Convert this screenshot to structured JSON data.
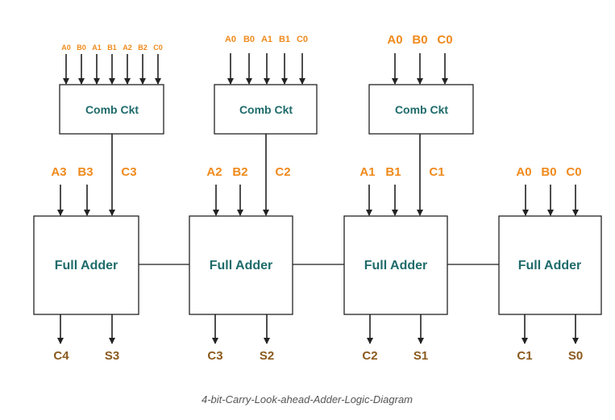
{
  "colors": {
    "input_label": "#f08a1c",
    "output_label": "#8b5a1e",
    "block_label": "#1f6b6b",
    "lines": "#222222"
  },
  "comb_blocks": [
    {
      "label": "Comb Ckt",
      "inputs": [
        "A0",
        "B0",
        "A1",
        "B1",
        "A2",
        "B2",
        "C0"
      ]
    },
    {
      "label": "Comb Ckt",
      "inputs": [
        "A0",
        "B0",
        "A1",
        "B1",
        "C0"
      ]
    },
    {
      "label": "Comb Ckt",
      "inputs": [
        "A0",
        "B0",
        "C0"
      ]
    }
  ],
  "adders": [
    {
      "label": "Full Adder",
      "inputs": [
        "A3",
        "B3",
        "C3"
      ],
      "outputs": [
        "C4",
        "S3"
      ]
    },
    {
      "label": "Full Adder",
      "inputs": [
        "A2",
        "B2",
        "C2"
      ],
      "outputs": [
        "C3",
        "S2"
      ]
    },
    {
      "label": "Full Adder",
      "inputs": [
        "A1",
        "B1",
        "C1"
      ],
      "outputs": [
        "C2",
        "S1"
      ]
    },
    {
      "label": "Full Adder",
      "inputs": [
        "A0",
        "B0",
        "C0"
      ],
      "outputs": [
        "C1",
        "S0"
      ]
    }
  ],
  "caption": "4-bit-Carry-Look-ahead-Adder-Logic-Diagram"
}
